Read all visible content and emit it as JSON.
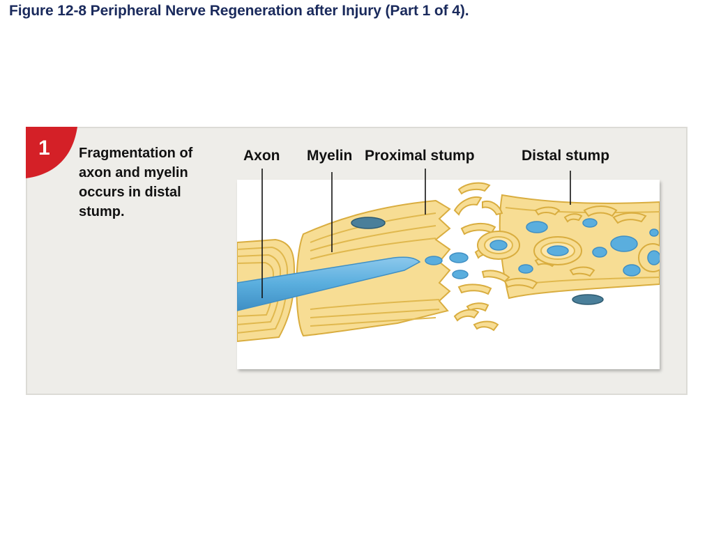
{
  "title": "Figure 12-8 Peripheral Nerve Regeneration after Injury (Part 1 of 4).",
  "step": {
    "number": "1",
    "caption_lines": [
      "Fragmentation of",
      "axon and myelin",
      "occurs in distal",
      "stump."
    ]
  },
  "labels": {
    "axon": "Axon",
    "myelin": "Myelin",
    "proximal_stump": "Proximal stump",
    "distal_stump": "Distal stump"
  },
  "colors": {
    "badge_red": "#d42027",
    "myelin_yellow": "#f7dd94",
    "myelin_outline": "#e0b84e",
    "axon_blue": "#5aaede",
    "panel_bg": "#eeede9"
  }
}
